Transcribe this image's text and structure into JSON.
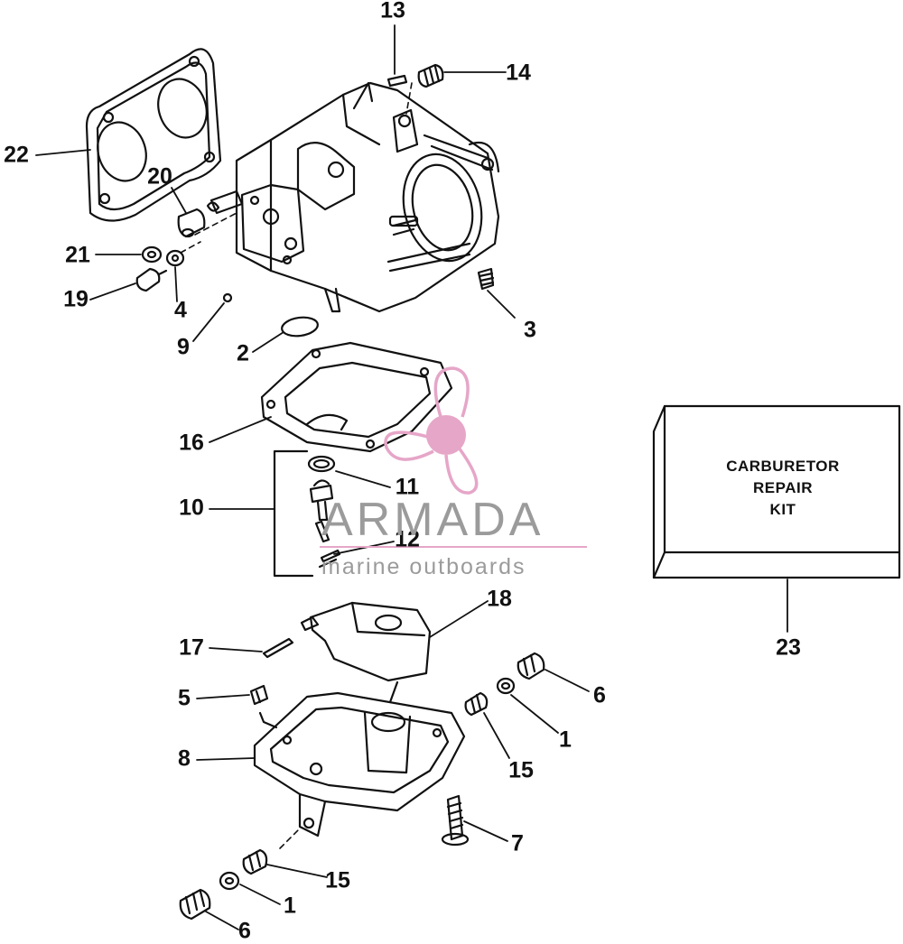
{
  "callouts": [
    "1",
    "2",
    "3",
    "4",
    "5",
    "6",
    "7",
    "8",
    "9",
    "10",
    "11",
    "12",
    "13",
    "14",
    "15",
    "16",
    "17",
    "18",
    "19",
    "20",
    "21",
    "22",
    "23"
  ],
  "labels": {
    "n13": "13",
    "n14": "14",
    "n22": "22",
    "n20": "20",
    "n21": "21",
    "n19": "19",
    "n4": "4",
    "n9": "9",
    "n2": "2",
    "n3": "3",
    "n16": "16",
    "n10": "10",
    "n11": "11",
    "n12": "12",
    "n18": "18",
    "n17": "17",
    "n5": "5",
    "n6a": "6",
    "n1a": "1",
    "n15a": "15",
    "n8": "8",
    "n7": "7",
    "n15b": "15",
    "n1b": "1",
    "n6b": "6",
    "n23": "23"
  },
  "kit": {
    "line1": "CARBURETOR",
    "line2": "REPAIR",
    "line3": "KIT"
  },
  "watermark": {
    "word": "ARMADA",
    "sub": "marine outboards",
    "accent": "#e6a6c8",
    "text_color": "#9b9b9b"
  },
  "colors": {
    "ink": "#111111",
    "paper": "#ffffff"
  }
}
